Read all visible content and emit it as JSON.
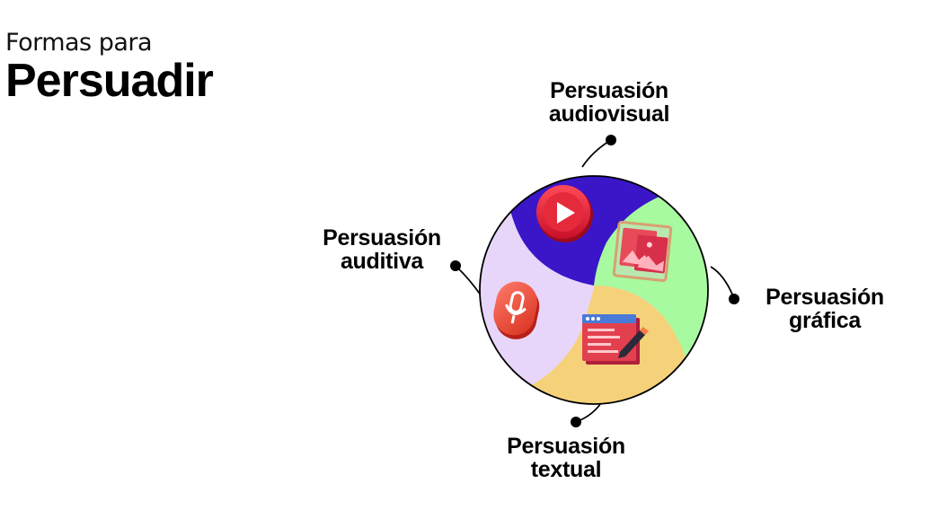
{
  "header": {
    "subtitle": "Formas para",
    "title": "Persuadir"
  },
  "segments": [
    {
      "id": "audiovisual",
      "line1": "Persuasión",
      "line2": "audiovisual",
      "color": "#3A16C8",
      "icon": "play-button-icon"
    },
    {
      "id": "grafica",
      "line1": "Persuasión",
      "line2": "gráfica",
      "color": "#A8FAA0",
      "icon": "image-gallery-icon"
    },
    {
      "id": "textual",
      "line1": "Persuasión",
      "line2": "textual",
      "color": "#F5D27A",
      "icon": "text-document-icon"
    },
    {
      "id": "auditiva",
      "line1": "Persuasión",
      "line2": "auditiva",
      "color": "#E8D6FA",
      "icon": "microphone-icon"
    }
  ]
}
